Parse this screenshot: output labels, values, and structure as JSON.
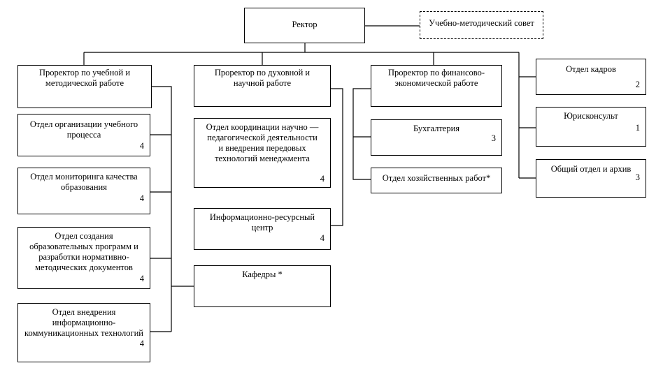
{
  "nodes": {
    "rector": {
      "label": "Ректор"
    },
    "council": {
      "label": "Учебно-методический совет"
    },
    "prorector_edu": {
      "label": "Проректор по учебной и методической работе"
    },
    "prorector_sci": {
      "label": "Проректор по духовной и научной работе"
    },
    "prorector_fin": {
      "label": "Проректор по финансово-экономической работе"
    },
    "hr": {
      "label": "Отдел кадров",
      "count": "2"
    },
    "legal": {
      "label": "Юрисконсульт",
      "count": "1"
    },
    "archive": {
      "label": "Общий отдел и архив",
      "count": "3"
    },
    "edu_process": {
      "label": "Отдел организации учебного процесса",
      "count": "4"
    },
    "quality": {
      "label": "Отдел мониторинга качества образования",
      "count": "4"
    },
    "programs": {
      "label": "Отдел создания образовательных программ и разработки нормативно-методических документов",
      "count": "4"
    },
    "ict": {
      "label": "Отдел внедрения информационно-коммуникационных технологий",
      "count": "4"
    },
    "coord": {
      "label": "Отдел координации научно — педагогической деятельности и внедрения передовых технологий менеджмента",
      "count": "4"
    },
    "info_center": {
      "label": "Информационно-ресурсный центр",
      "count": "4"
    },
    "chairs": {
      "label": "Кафедры *"
    },
    "accounting": {
      "label": "Бухгалтерия",
      "count": "3"
    },
    "economic": {
      "label": "Отдел хозяйственных работ*"
    }
  }
}
